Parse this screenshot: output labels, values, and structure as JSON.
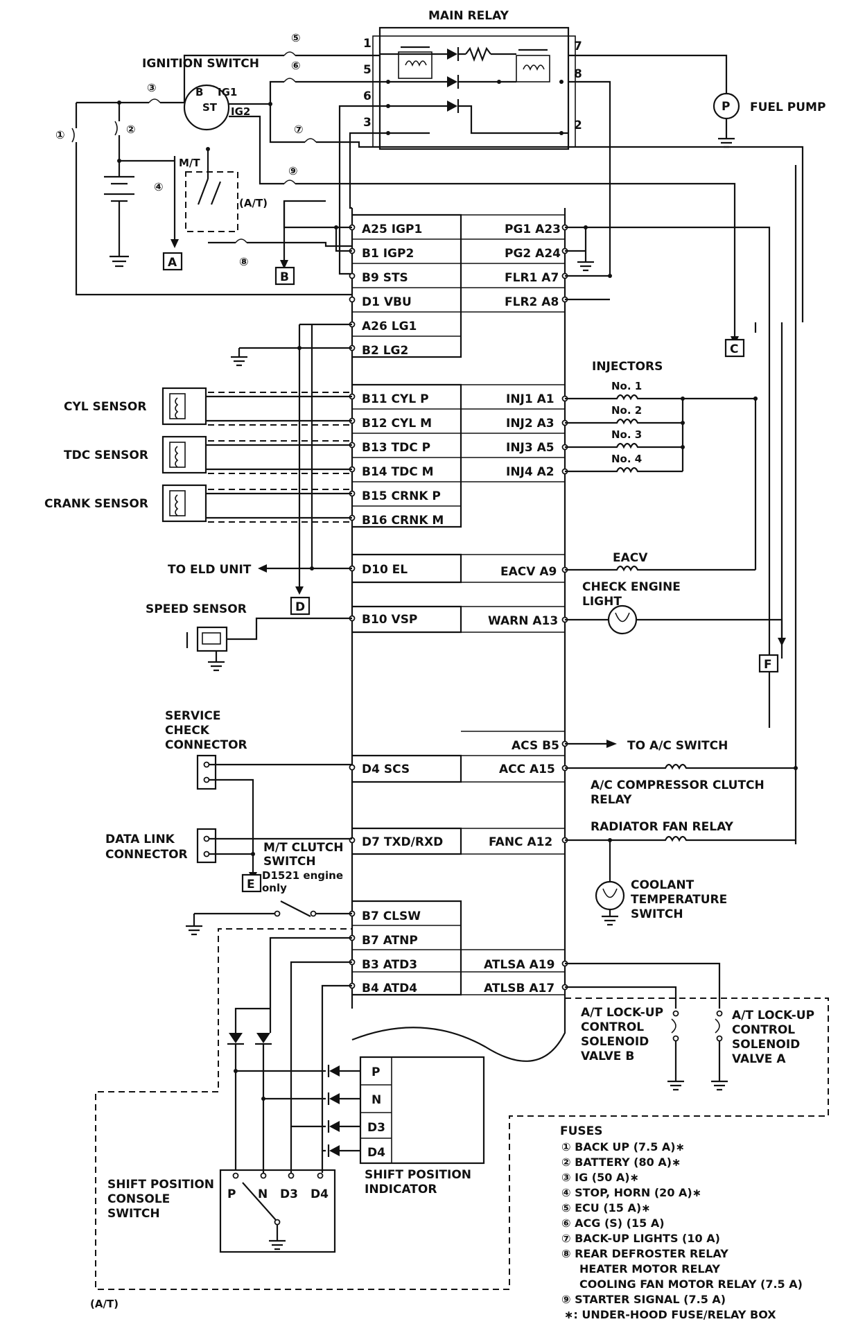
{
  "labels": {
    "main_relay": "MAIN RELAY",
    "ignition_switch": "IGNITION SWITCH",
    "ig_b": "B",
    "ig_ig1": "IG1",
    "ig_st": "ST",
    "ig_ig2": "IG2",
    "mt": "M/T",
    "at": "(A/T)",
    "fuel_pump": "FUEL PUMP",
    "fuel_pump_p": "P",
    "cyl_sensor": "CYL SENSOR",
    "tdc_sensor": "TDC SENSOR",
    "crank_sensor": "CRANK SENSOR",
    "injectors": "INJECTORS",
    "to_eld": "TO ELD UNIT",
    "speed_sensor": "SPEED SENSOR",
    "eacv": "EACV",
    "check_engine_1": "CHECK ENGINE",
    "check_engine_2": "LIGHT",
    "service_1": "SERVICE",
    "service_2": "CHECK",
    "service_3": "CONNECTOR",
    "to_ac_switch": "TO A/C SWITCH",
    "ac_relay_1": "A/C COMPRESSOR CLUTCH",
    "ac_relay_2": "RELAY",
    "radiator_fan_relay": "RADIATOR FAN RELAY",
    "data_link_1": "DATA LINK",
    "data_link_2": "CONNECTOR",
    "mt_clutch_1": "M/T CLUTCH",
    "mt_clutch_2": "SWITCH",
    "mt_clutch_3": "D1521 engine",
    "mt_clutch_4": "only",
    "coolant_1": "COOLANT",
    "coolant_2": "TEMPERATURE",
    "coolant_3": "SWITCH",
    "solenoid_b_1": "A/T LOCK-UP",
    "solenoid_b_2": "CONTROL",
    "solenoid_b_3": "SOLENOID",
    "solenoid_b_4": "VALVE B",
    "solenoid_a_1": "A/T LOCK-UP",
    "solenoid_a_2": "CONTROL",
    "solenoid_a_3": "SOLENOID",
    "solenoid_a_4": "VALVE A",
    "spi_1": "SHIFT POSITION",
    "spi_2": "INDICATOR",
    "spc_1": "SHIFT POSITION",
    "spc_2": "CONSOLE",
    "spc_3": "SWITCH",
    "at_bottom": "(A/T)",
    "pos_p": "P",
    "pos_n": "N",
    "pos_d3": "D3",
    "pos_d4": "D4",
    "pos2_p": "P",
    "pos2_n": "N",
    "pos2_d3": "D3",
    "pos2_d4": "D4"
  },
  "relay_pins": [
    "1",
    "5",
    "6",
    "3",
    "7",
    "8",
    "2"
  ],
  "connectors": [
    "A",
    "B",
    "C",
    "D",
    "E",
    "F"
  ],
  "fuse_markers": [
    "①",
    "②",
    "③",
    "④",
    "⑤",
    "⑥",
    "⑦",
    "⑧",
    "⑨"
  ],
  "injector_numbers": [
    "No. 1",
    "No. 2",
    "No. 3",
    "No. 4"
  ],
  "ecu_left_pins": [
    "A25 IGP1",
    "B1 IGP2",
    "B9 STS",
    "D1 VBU",
    "A26 LG1",
    "B2 LG2",
    "B11 CYL P",
    "B12 CYL M",
    "B13 TDC P",
    "B14 TDC M",
    "B15 CRNK P",
    "B16 CRNK M",
    "D10 EL",
    "B10 VSP",
    "D4 SCS",
    "D7 TXD/RXD",
    "B7 CLSW",
    "B7 ATNP",
    "B3 ATD3",
    "B4 ATD4"
  ],
  "ecu_right_pins": [
    "PG1 A23",
    "PG2 A24",
    "FLR1 A7",
    "FLR2 A8",
    "INJ1 A1",
    "INJ2 A3",
    "INJ3 A5",
    "INJ4 A2",
    "EACV A9",
    "WARN A13",
    "ACS B5",
    "ACC A15",
    "FANC A12",
    "ATLSA A19",
    "ATLSB A17"
  ],
  "fuses": {
    "title": "FUSES",
    "items": [
      "① BACK UP (7.5 A)∗",
      "② BATTERY (80 A)∗",
      "③ IG (50 A)∗",
      "④ STOP, HORN (20 A)∗",
      "⑤ ECU (15 A)∗",
      "⑥ ACG (S) (15 A)",
      "⑦ BACK-UP LIGHTS (10 A)",
      "⑧ REAR DEFROSTER RELAY",
      "HEATER MOTOR RELAY",
      "COOLING FAN MOTOR RELAY (7.5 A)",
      "⑨ STARTER SIGNAL (7.5 A)",
      "∗: UNDER-HOOD FUSE/RELAY BOX"
    ]
  }
}
